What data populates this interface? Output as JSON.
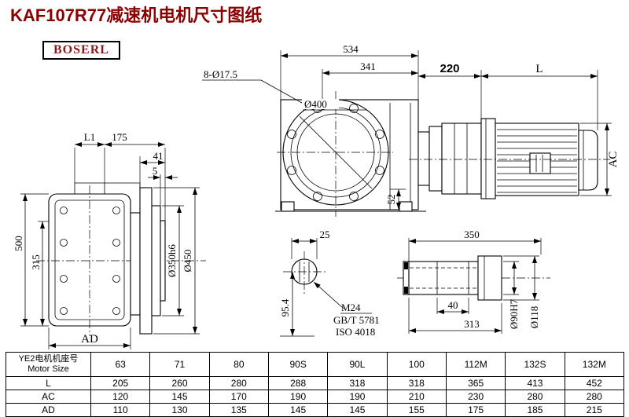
{
  "page": {
    "title": "KAF107R77减速机电机尺寸图纸",
    "brand": "BOSERL"
  },
  "drawing": {
    "front_view": {
      "d534": "534",
      "d341": "341",
      "d8x17": "8-Ø17.5",
      "d400": "Ø400",
      "d52": "52"
    },
    "motor": {
      "d220": "220",
      "dL": "L",
      "dAC": "AC"
    },
    "side_view": {
      "dL1": "L1",
      "d175": "175",
      "d41": "41",
      "d5": "5",
      "d500": "500",
      "d315": "315",
      "d350h6": "Ø350h6",
      "d450": "Ø450",
      "dAD": "AD"
    },
    "shaft_end": {
      "d25": "25",
      "d954": "95.4",
      "m24": "M24",
      "gbt": "GB/T 5781",
      "iso": "ISO 4018"
    },
    "shaft_side": {
      "d350": "350",
      "d40": "40",
      "d313": "313",
      "d90h7": "Ø90H7",
      "d118": "Ø118"
    }
  },
  "table": {
    "header_line1": "YE2电机机座号",
    "header_line2": "Motor Size",
    "sizes": [
      "63",
      "71",
      "80",
      "90S",
      "90L",
      "100",
      "112M",
      "132S",
      "132M"
    ],
    "rows": [
      {
        "label": "L",
        "values": [
          "205",
          "260",
          "280",
          "288",
          "318",
          "318",
          "365",
          "413",
          "452"
        ]
      },
      {
        "label": "AC",
        "values": [
          "120",
          "145",
          "170",
          "190",
          "190",
          "210",
          "230",
          "280",
          "280"
        ]
      },
      {
        "label": "AD",
        "values": [
          "110",
          "130",
          "135",
          "145",
          "145",
          "155",
          "175",
          "185",
          "215"
        ]
      }
    ]
  },
  "colors": {
    "title": "#8b0000",
    "line": "#000000",
    "background": "#ffffff"
  }
}
